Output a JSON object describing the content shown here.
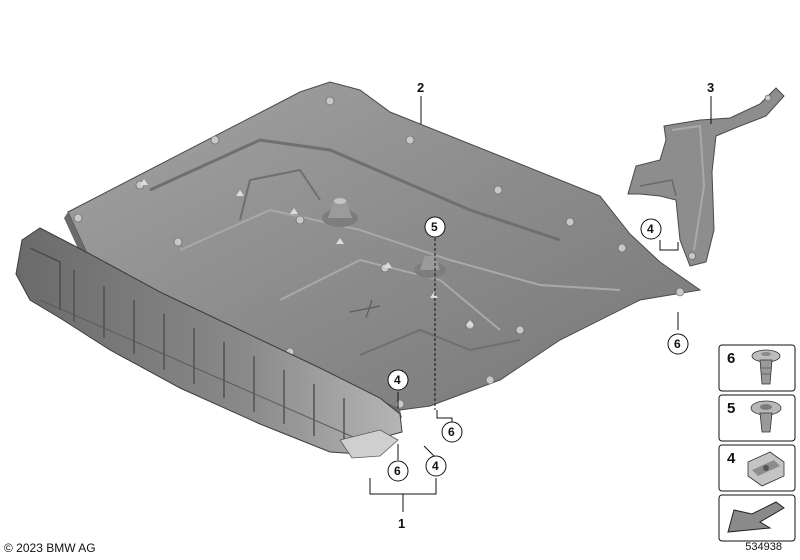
{
  "parts": {
    "p1": "1",
    "p2": "2",
    "p3": "3"
  },
  "callouts": {
    "c5_top": "5",
    "c4_panel": "4",
    "c6_panel": "6",
    "c4_main": "4",
    "c6_center": "6",
    "c6_bottom": "6",
    "c4_bottom": "4"
  },
  "legend": {
    "items": [
      {
        "number": "6",
        "icon": "push-rivet-icon"
      },
      {
        "number": "5",
        "icon": "spread-nut-icon"
      },
      {
        "number": "4",
        "icon": "clip-nut-icon"
      }
    ],
    "arrow_icon": "direction-arrow-icon"
  },
  "footer": {
    "copyright": "© 2023 BMW AG",
    "doc_id": "534938"
  },
  "colors": {
    "shield": "#8f8f8f",
    "shield_dark": "#6c6c6c",
    "shield_light": "#b4b4b4",
    "line": "#111111"
  }
}
